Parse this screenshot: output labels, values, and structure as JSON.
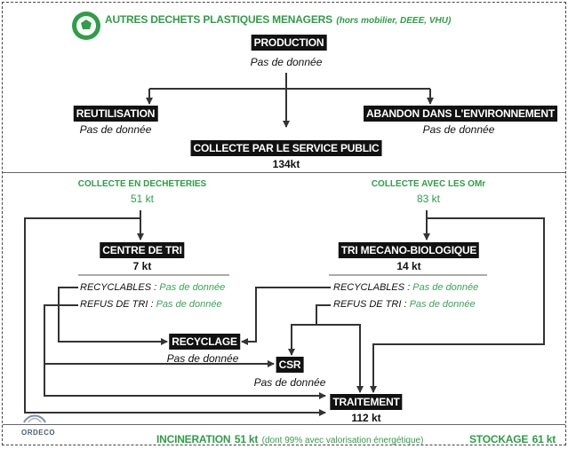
{
  "header": {
    "title": "AUTRES DECHETS PLASTIQUES MENAGERS",
    "subtitle": "(hors mobilier, DEEE, VHU)",
    "icon": "soccer-ball-icon"
  },
  "production": {
    "label": "PRODUCTION",
    "value": "Pas de donnée"
  },
  "reutilisation": {
    "label": "REUTILISATION",
    "value": "Pas de donnée"
  },
  "abandon": {
    "label": "ABANDON DANS L'ENVIRONNEMENT",
    "value": "Pas de donnée"
  },
  "collecte_public": {
    "label": "COLLECTE PAR LE SERVICE PUBLIC",
    "value": "134kt"
  },
  "decheteries": {
    "label": "COLLECTE EN DECHETERIES",
    "value": "51 kt"
  },
  "omr": {
    "label": "COLLECTE AVEC LES OMr",
    "value": "83 kt"
  },
  "centre_tri": {
    "label": "CENTRE DE TRI",
    "value": "7 kt",
    "recyclables_label": "RECYCLABLES :",
    "recyclables_value": "Pas de donnée",
    "refus_label": "REFUS DE TRI :",
    "refus_value": "Pas de donnée"
  },
  "tmb": {
    "label": "TRI MECANO-BIOLOGIQUE",
    "value": "14 kt",
    "recyclables_label": "RECYCLABLES :",
    "recyclables_value": "Pas de donnée",
    "refus_label": "REFUS DE TRI :",
    "refus_value": "Pas de donnée"
  },
  "recyclage": {
    "label": "RECYCLAGE",
    "value": "Pas de donnée"
  },
  "csr": {
    "label": "CSR",
    "value": "Pas de donnée"
  },
  "traitement": {
    "label": "TRAITEMENT",
    "value": "112 kt"
  },
  "footer": {
    "logo_text": "ORDECO",
    "incineration_label": "INCINERATION",
    "incineration_value": "51 kt",
    "incineration_note": "(dont 99% avec valorisation énergétique)",
    "stockage_label": "STOCKAGE",
    "stockage_value": "61 kt"
  },
  "colors": {
    "green": "#2e9e47",
    "box": "#111111"
  }
}
